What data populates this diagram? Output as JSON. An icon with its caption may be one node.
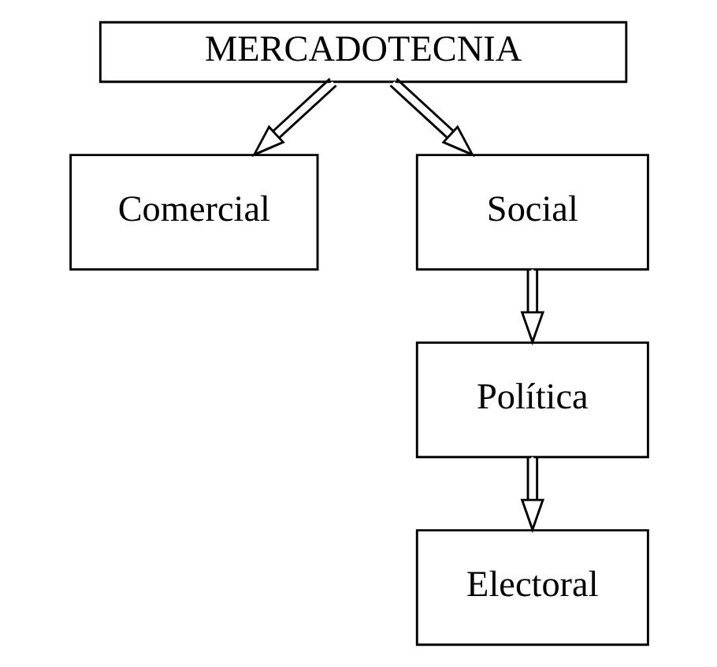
{
  "diagram": {
    "nodes": [
      {
        "text": [
          "MERCADOTECNIA"
        ]
      },
      {
        "text": [
          "Comercial"
        ]
      },
      {
        "text": [
          "Social"
        ]
      },
      {
        "text": [
          "Política"
        ]
      },
      {
        "text": [
          "Electoral"
        ]
      }
    ],
    "edges": [
      {
        "from": 0,
        "to": 1,
        "arrow": "to"
      },
      {
        "from": 0,
        "to": 2,
        "arrow": "to"
      },
      {
        "from": 2,
        "to": 3,
        "arrow": "to"
      },
      {
        "from": 3,
        "to": 4,
        "arrow": "to"
      }
    ]
  }
}
